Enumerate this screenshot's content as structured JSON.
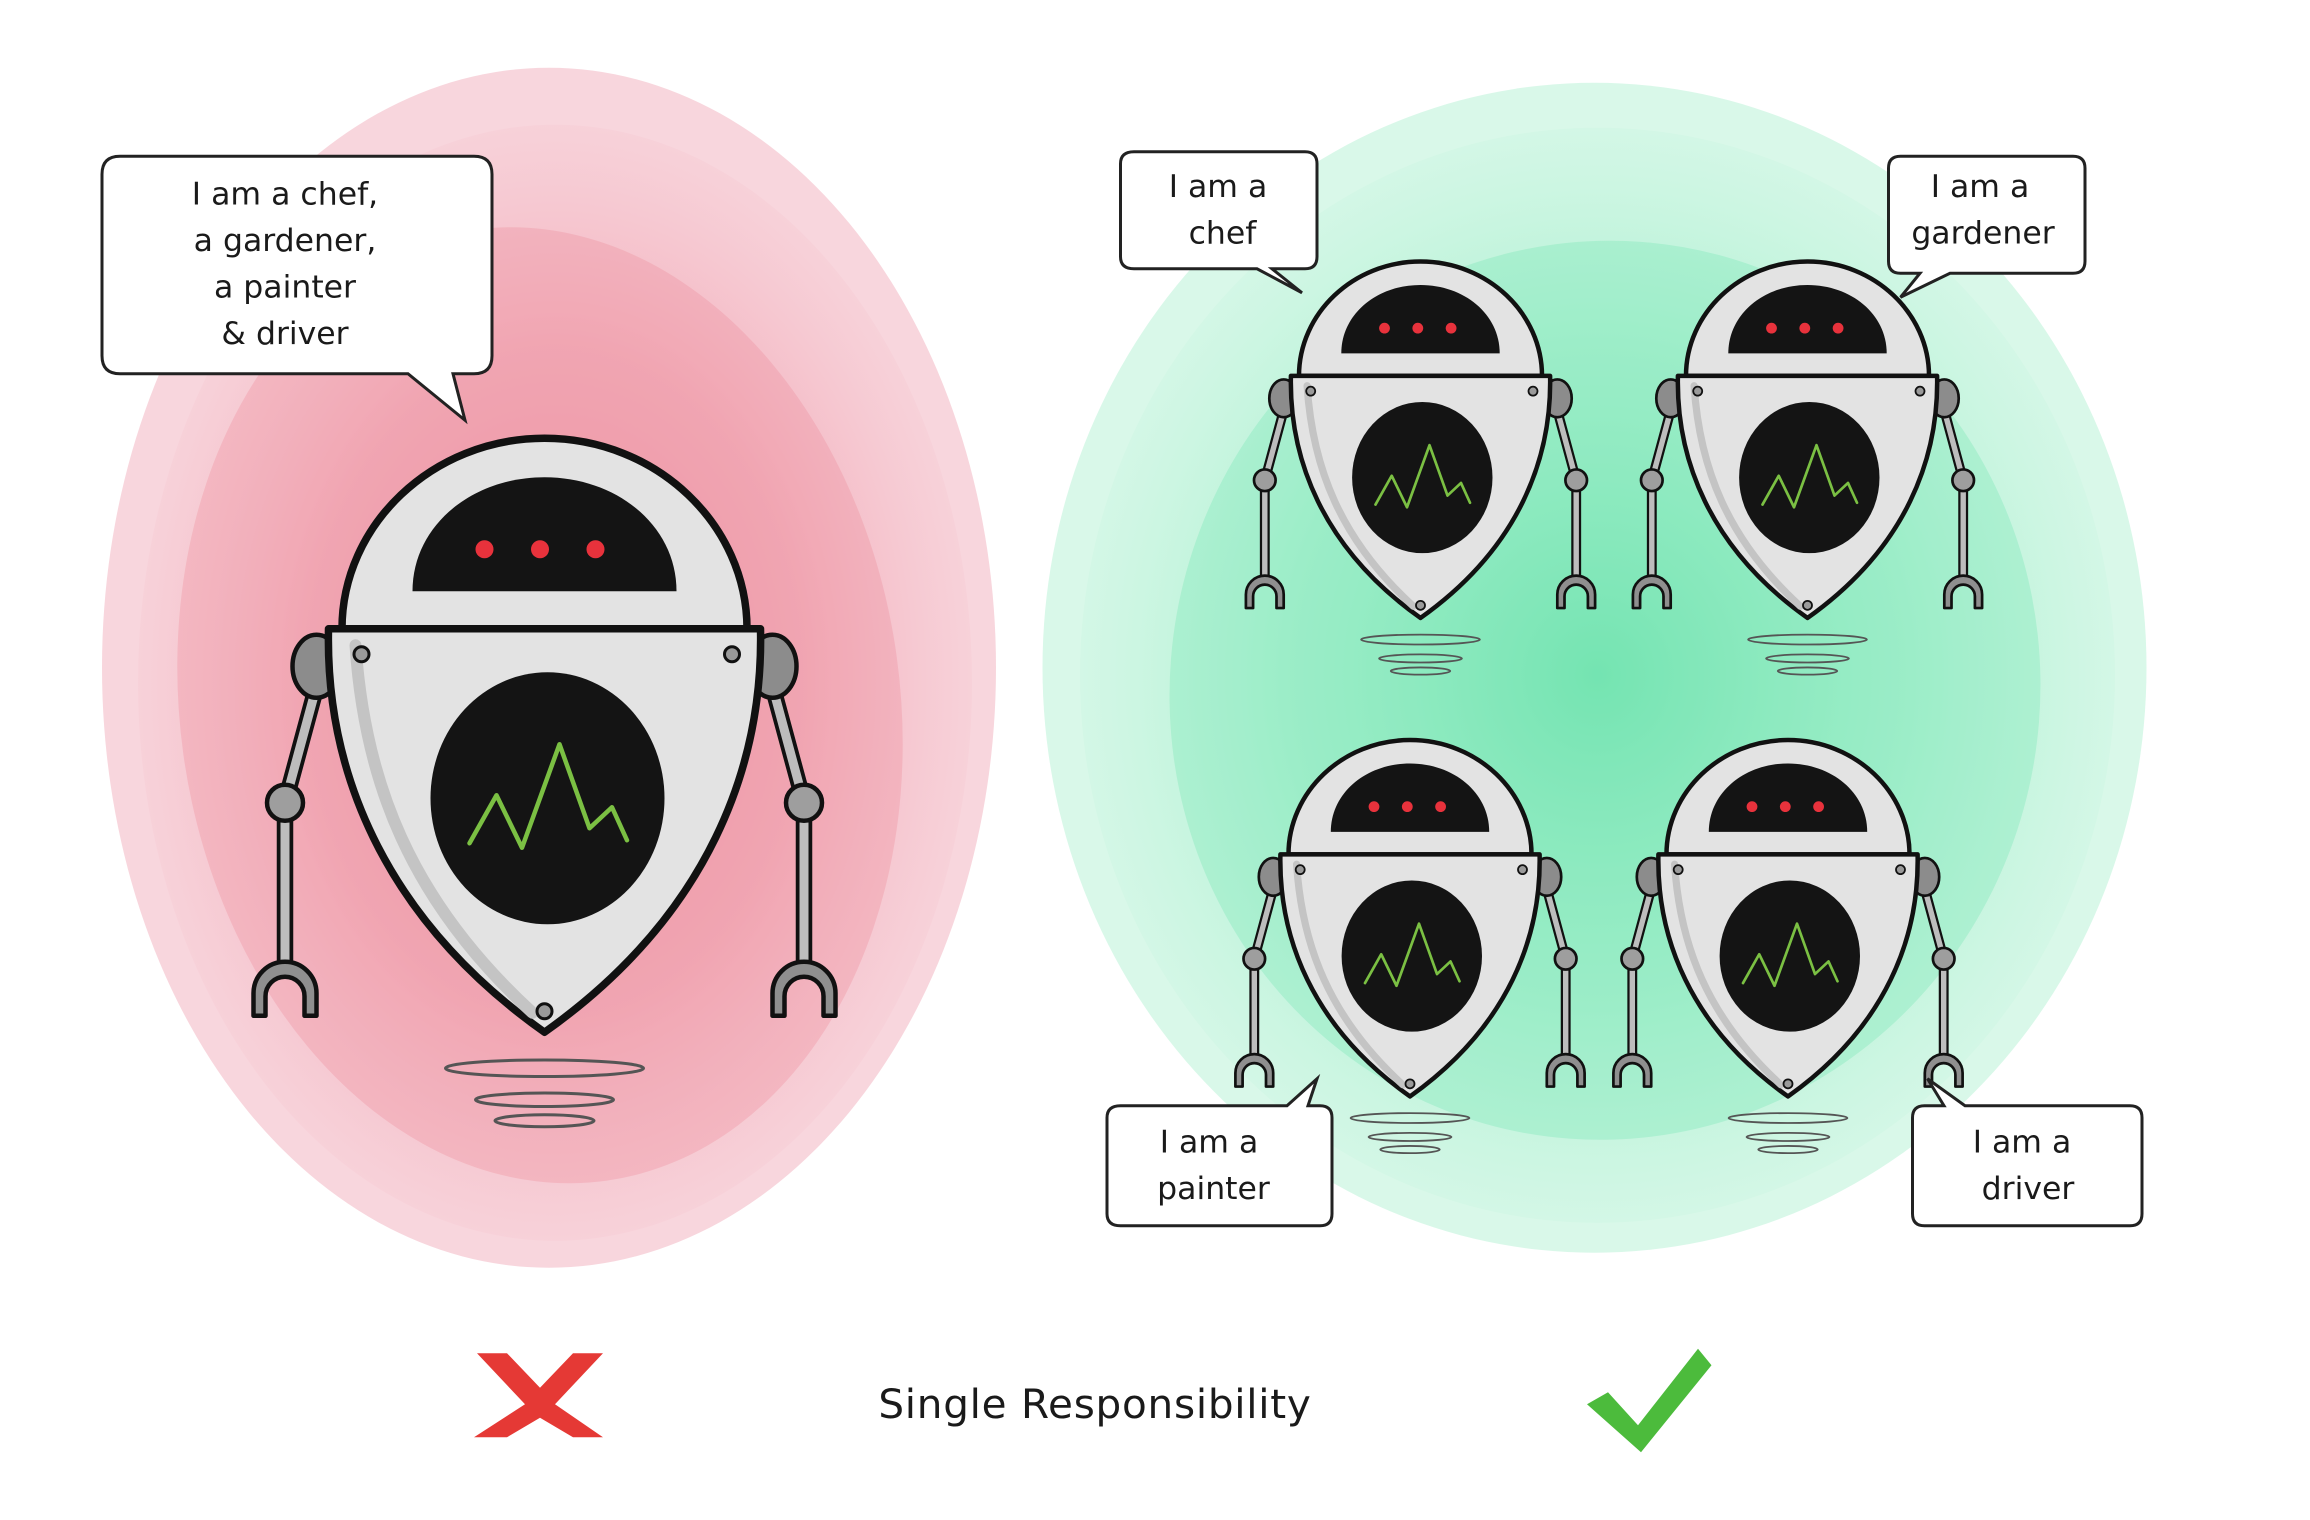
{
  "caption": "Single Responsibility",
  "bad": {
    "mark": "cross-icon",
    "color": "#e53935",
    "bubble_lines": [
      "I am a chef,",
      "a gardener,",
      "a painter",
      "& driver"
    ]
  },
  "good": {
    "mark": "check-icon",
    "color": "#4cbb3c",
    "bubbles": [
      {
        "lines": [
          "I am a",
          "chef"
        ]
      },
      {
        "lines": [
          "I am a",
          "gardener"
        ]
      },
      {
        "lines": [
          "I am a",
          "painter"
        ]
      },
      {
        "lines": [
          "I am a",
          "driver"
        ]
      }
    ]
  },
  "colors": {
    "bad_glow": "#ef8a9a",
    "good_glow": "#6ee3b0",
    "robot_body": "#e3e3e3",
    "robot_outline": "#111111",
    "robot_screen": "#141414",
    "robot_eyes": "#e8323c",
    "robot_wave": "#7bc043"
  }
}
